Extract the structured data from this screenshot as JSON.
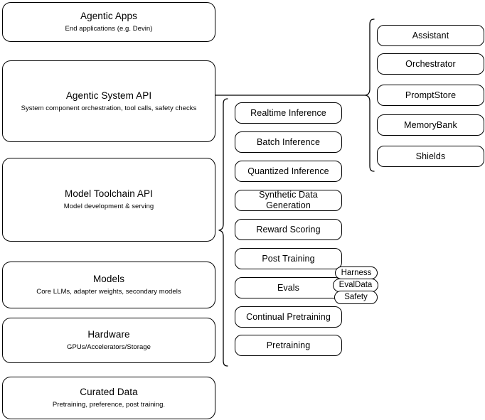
{
  "diagram": {
    "title": "AI Stack Layers Diagram",
    "stroke_color": "#000000",
    "background_color": "#ffffff",
    "layers": [
      {
        "id": "agentic-apps",
        "title": "Agentic Apps",
        "subtitle": "End applications (e.g. Devin)"
      },
      {
        "id": "agentic-system-api",
        "title": "Agentic System API",
        "subtitle": "System component orchestration, tool calls, safety checks"
      },
      {
        "id": "model-toolchain-api",
        "title": "Model Toolchain API",
        "subtitle": "Model development & serving"
      },
      {
        "id": "models",
        "title": "Models",
        "subtitle": "Core LLMs, adapter weights, secondary models"
      },
      {
        "id": "hardware",
        "title": "Hardware",
        "subtitle": "GPUs/Accelerators/Storage"
      },
      {
        "id": "curated-data",
        "title": "Curated Data",
        "subtitle": "Pretraining, preference, post training."
      }
    ],
    "toolchain_items": [
      {
        "id": "realtime-inference",
        "label": "Realtime Inference"
      },
      {
        "id": "batch-inference",
        "label": "Batch Inference"
      },
      {
        "id": "quantized-inference",
        "label": "Quantized Inference"
      },
      {
        "id": "synthetic-data-generation",
        "label": "Synthetic Data Generation"
      },
      {
        "id": "reward-scoring",
        "label": "Reward Scoring"
      },
      {
        "id": "post-training",
        "label": "Post Training"
      },
      {
        "id": "evals",
        "label": "Evals"
      },
      {
        "id": "continual-pretraining",
        "label": "Continual Pretraining"
      },
      {
        "id": "pretraining",
        "label": "Pretraining"
      }
    ],
    "system_items": [
      {
        "id": "assistant",
        "label": "Assistant"
      },
      {
        "id": "orchestrator",
        "label": "Orchestrator"
      },
      {
        "id": "promptstore",
        "label": "PromptStore"
      },
      {
        "id": "memorybank",
        "label": "MemoryBank"
      },
      {
        "id": "shields",
        "label": "Shields"
      }
    ],
    "eval_pills": [
      {
        "id": "harness",
        "label": "Harness"
      },
      {
        "id": "evaldata",
        "label": "EvalData"
      },
      {
        "id": "safety",
        "label": "Safety"
      }
    ]
  }
}
